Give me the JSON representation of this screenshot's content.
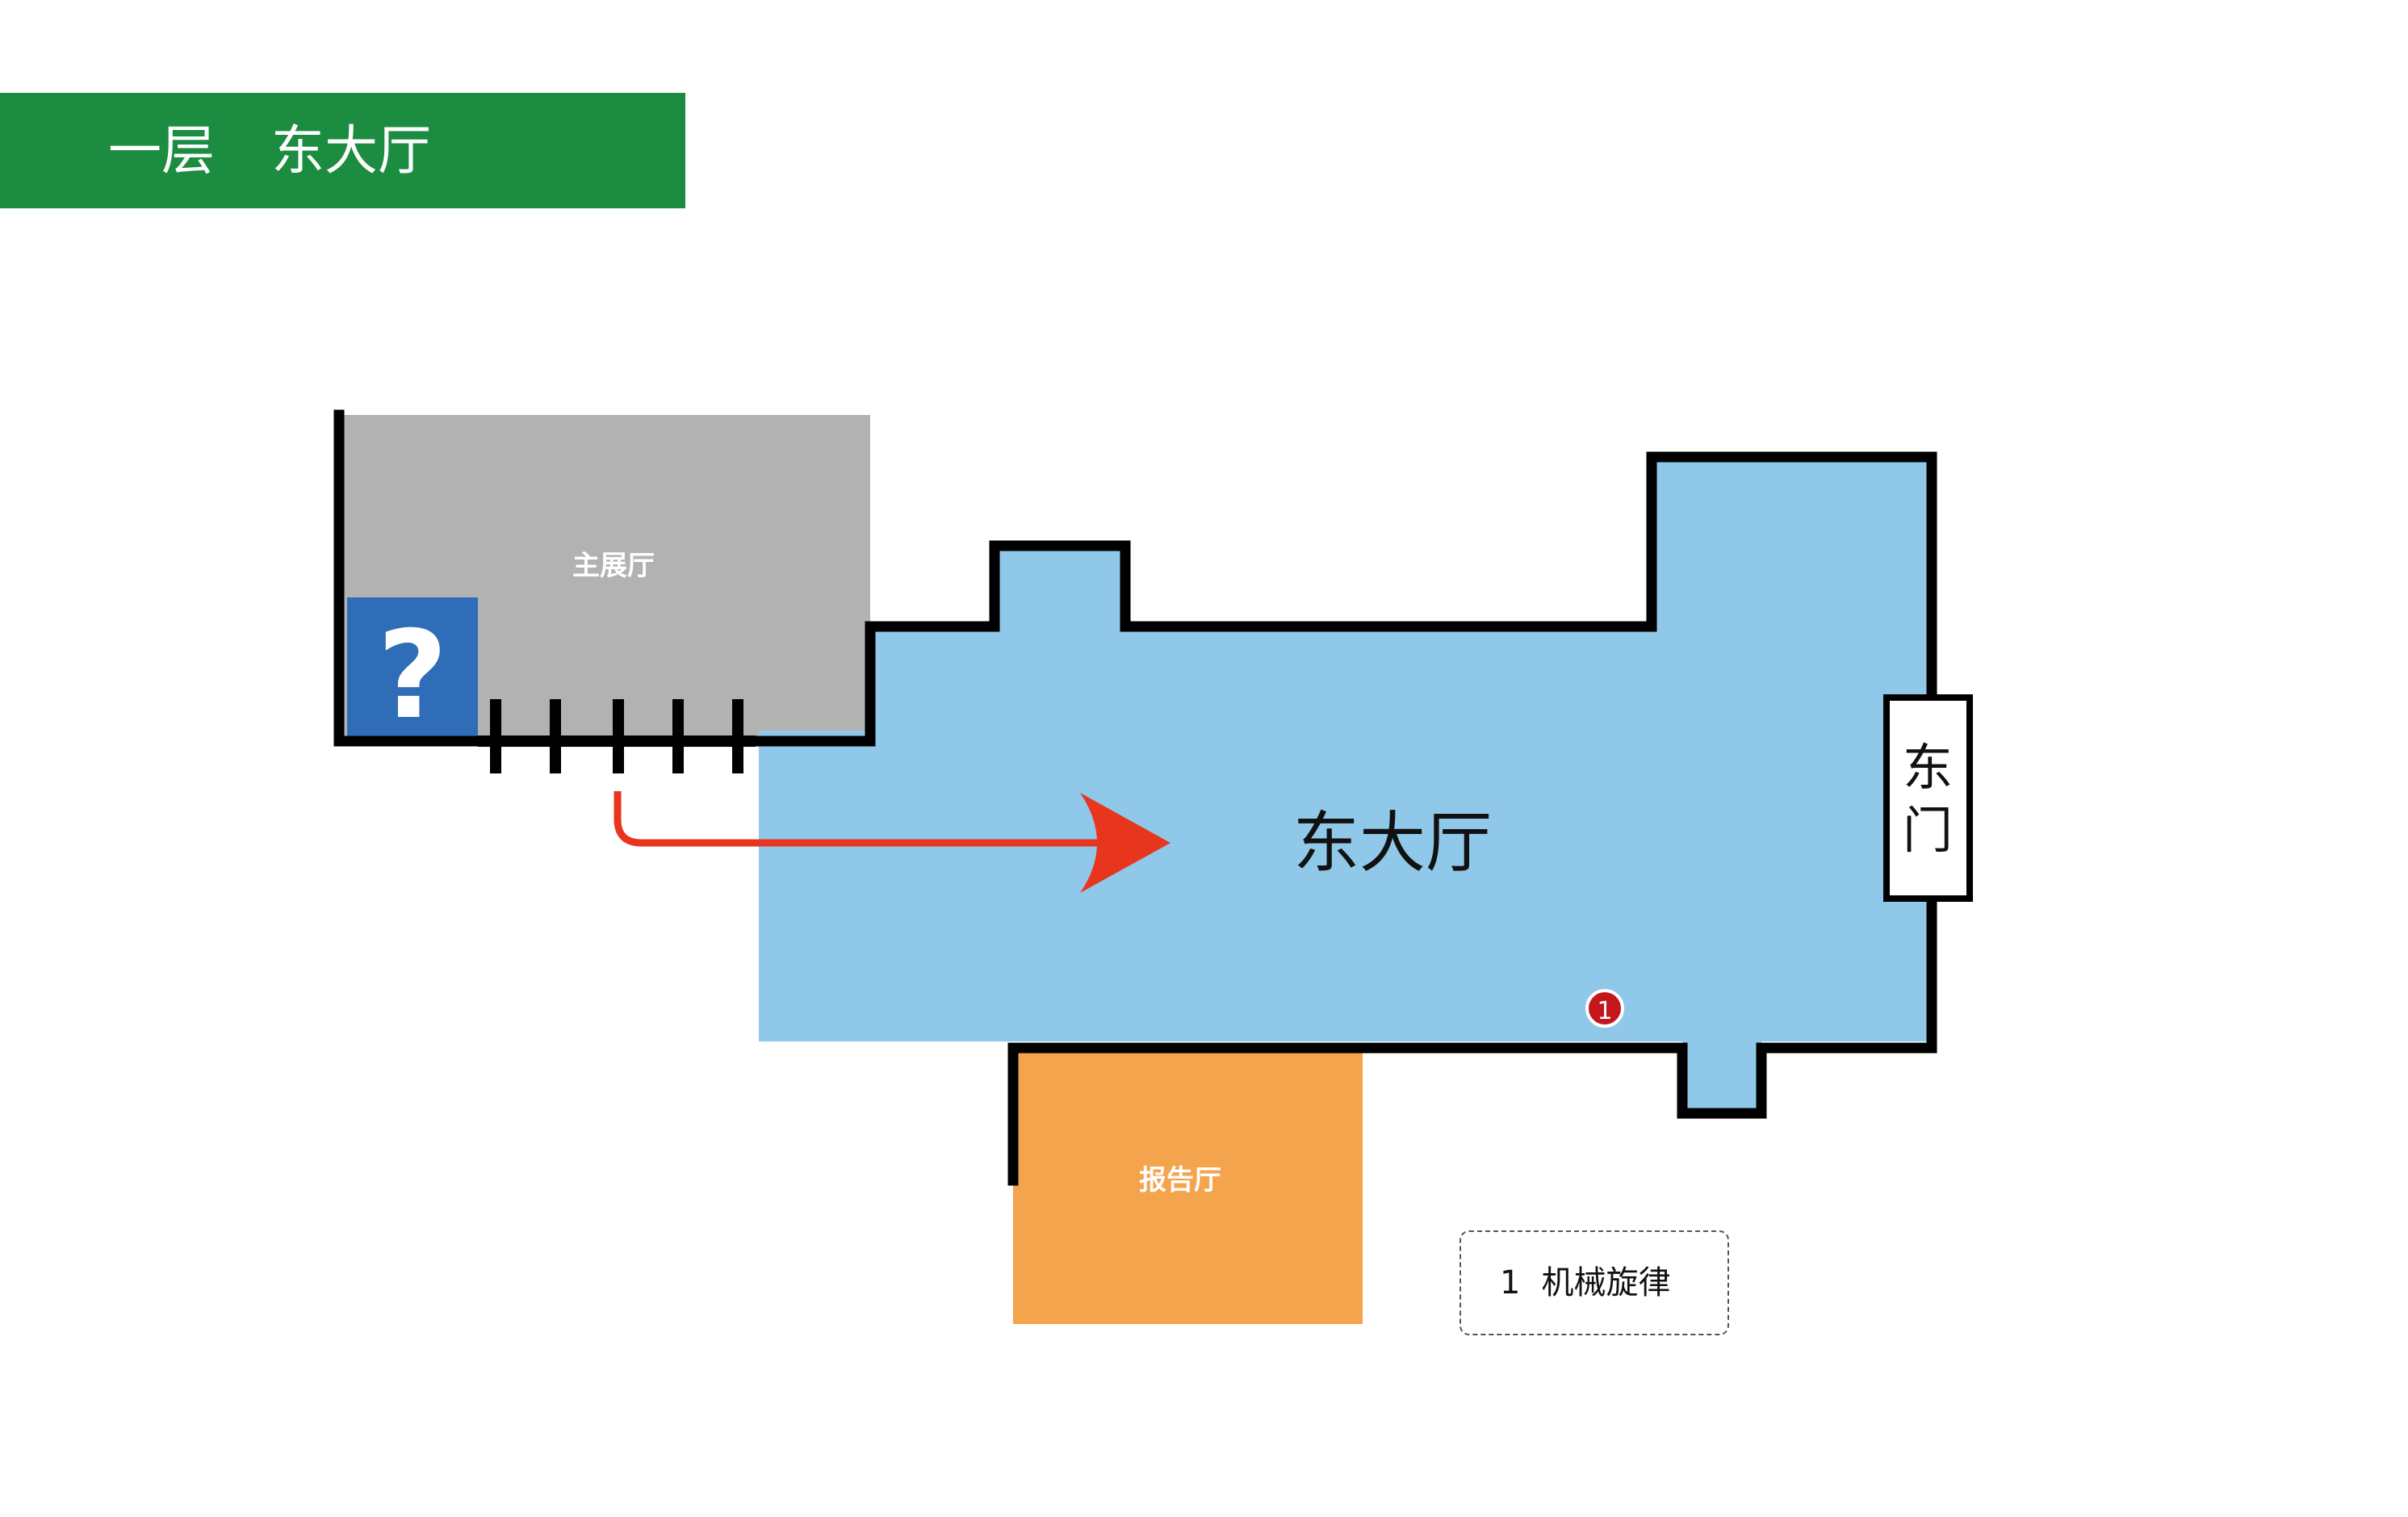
{
  "header": {
    "floor": "一层",
    "area": "东大厅"
  },
  "rooms": {
    "main_hall": "主展厅",
    "east_hall": "东大厅",
    "report_hall": "报告厅",
    "east_gate_line1": "东",
    "east_gate_line2": "门",
    "info_symbol": "?"
  },
  "markers": [
    {
      "number": "1"
    }
  ],
  "legend": [
    {
      "number": "1",
      "label": "机械旋律"
    }
  ],
  "colors": {
    "header_bg": "#1b8c40",
    "main_hall": "#b2b2b2",
    "east_hall": "#8fc8e9",
    "report_hall": "#f4a44c",
    "info_box": "#2f6db8",
    "route_arrow": "#e8361e",
    "marker": "#c4161c",
    "wall": "#000000"
  },
  "icons": {
    "info": "question-mark-icon",
    "route": "route-arrow-icon",
    "marker": "numbered-marker-icon"
  }
}
